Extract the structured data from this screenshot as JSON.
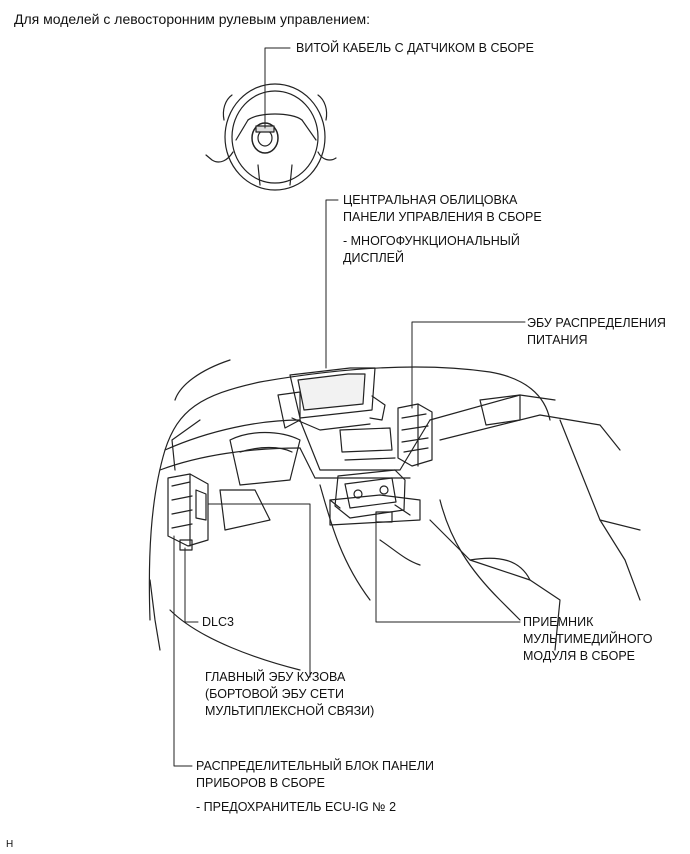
{
  "header": "Для моделей с левосторонним рулевым управлением:",
  "labels": {
    "spiral_cable": "ВИТОЙ КАБЕЛЬ С ДАТЧИКОМ В СБОРЕ",
    "center_panel_1": "ЦЕНТРАЛЬНАЯ ОБЛИЦОВКА",
    "center_panel_2": "ПАНЕЛИ УПРАВЛЕНИЯ В СБОРЕ",
    "center_panel_3": "- МНОГОФУНКЦИОНАЛЬНЫЙ",
    "center_panel_4": "ДИСПЛЕЙ",
    "power_ecu_1": "ЭБУ РАСПРЕДЕЛЕНИЯ",
    "power_ecu_2": "ПИТАНИЯ",
    "receiver_1": "ПРИЕМНИК",
    "receiver_2": "МУЛЬТИМЕДИЙНОГО",
    "receiver_3": "МОДУЛЯ В СБОРЕ",
    "dlc3": "DLC3",
    "body_ecu_1": "ГЛАВНЫЙ ЭБУ КУЗОВА",
    "body_ecu_2": "(БОРТОВОЙ ЭБУ СЕТИ",
    "body_ecu_3": "МУЛЬТИПЛЕКСНОЙ СВЯЗИ)",
    "junction_1": "РАСПРЕДЕЛИТЕЛЬНЫЙ БЛОК ПАНЕЛИ",
    "junction_2": "ПРИБОРОВ В СБОРЕ",
    "junction_3": "- ПРЕДОХРАНИТЕЛЬ ECU-IG № 2"
  },
  "footer_code": "H"
}
